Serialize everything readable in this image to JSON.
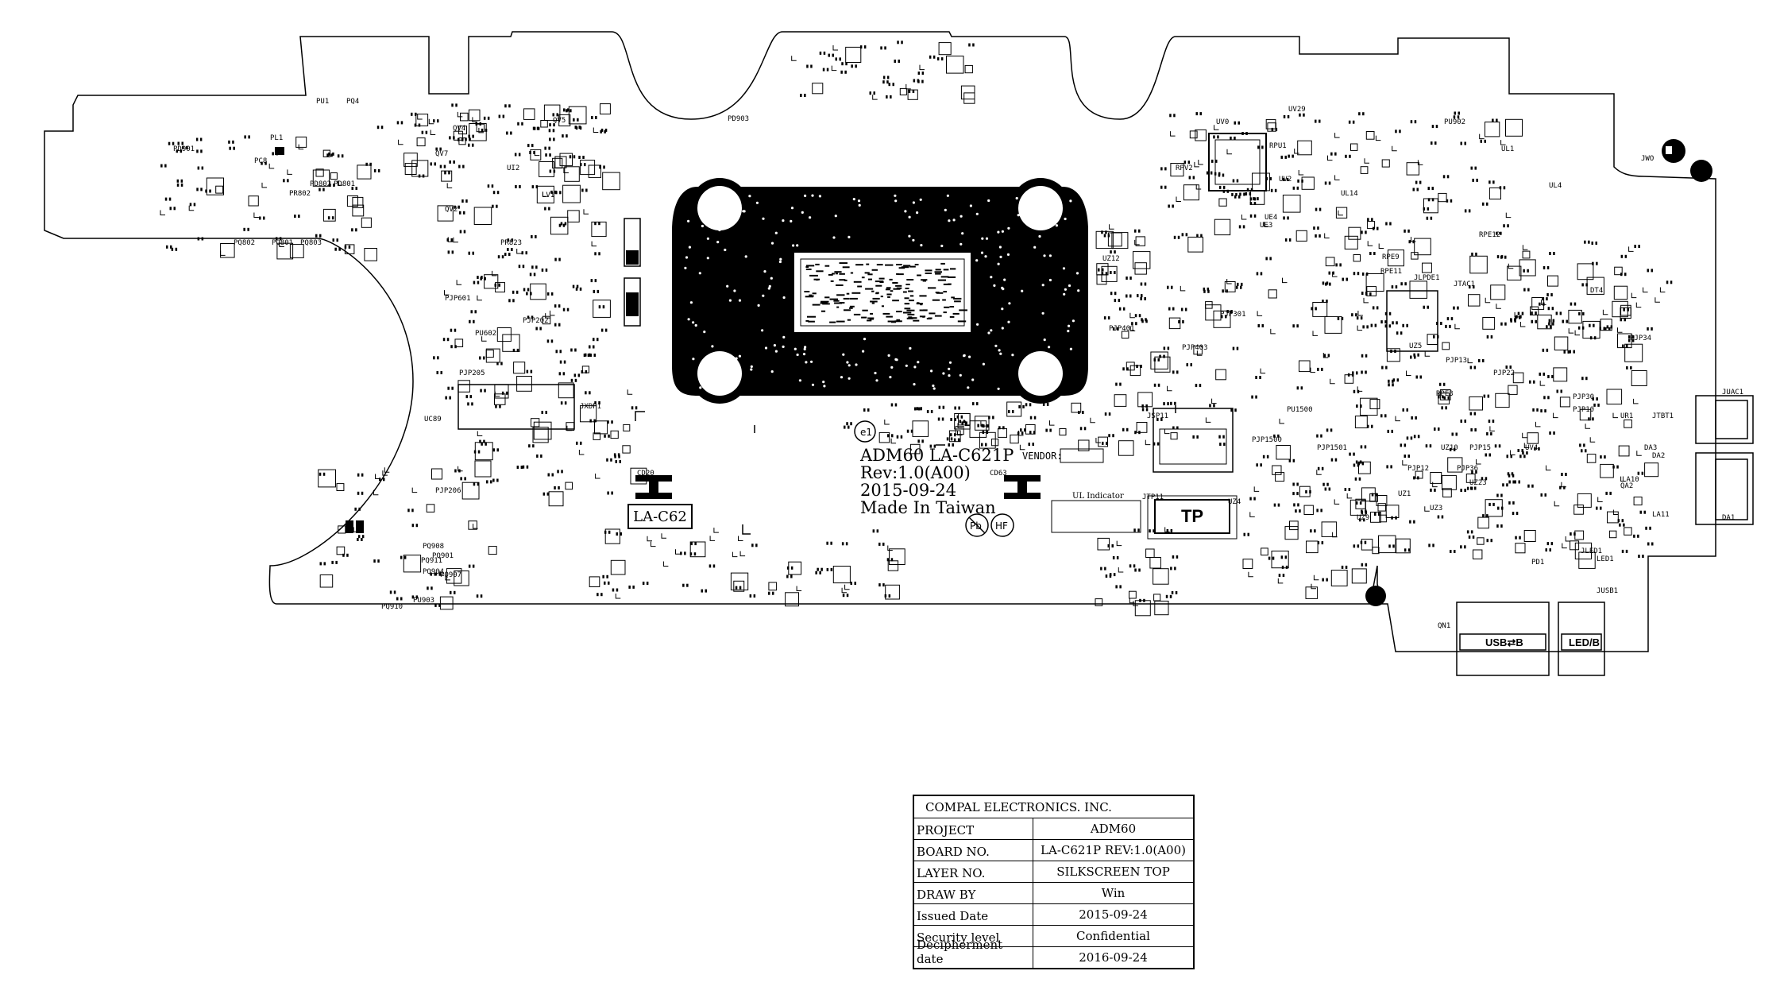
{
  "board": {
    "silkscreen_text": [
      "ADM60 LA-C621P",
      "Rev:1.0(A00)",
      "2015-09-24",
      "Made In Taiwan"
    ],
    "vendor_label": "VENDOR:",
    "ul_label": "UL Indicator",
    "lac62_label": "LA-C62",
    "tp_label": "TP",
    "usb_label": "USB⇄B",
    "led_label": "LED/B",
    "component_labels": [
      "PD901",
      "PU1",
      "PQ4",
      "PL1",
      "PC8",
      "PR802",
      "PD802",
      "PD801",
      "PQ802",
      "PQ801",
      "PQ803",
      "QV4",
      "QV5",
      "QV7",
      "UI2",
      "LV1",
      "QV2",
      "PR823",
      "PJP601",
      "PU602",
      "PJP202",
      "PJP205",
      "JXDP1",
      "UC89",
      "PJP206",
      "PQ908",
      "PQ911",
      "PQ904",
      "PQ901",
      "PQ907",
      "PQ910",
      "PU903",
      "PD903",
      "CD20",
      "CD63",
      "UZ12",
      "PJP401",
      "PJP403",
      "PJP301",
      "PJP1500",
      "PU1500",
      "PJP1501",
      "JSP11",
      "JTP11",
      "UV0",
      "UV29",
      "RPU1",
      "RPV2",
      "UV2",
      "UE4",
      "UE3",
      "PU902",
      "UL1",
      "UL4",
      "UL14",
      "RPE9",
      "RPE11",
      "JLPDE1",
      "JTAC1",
      "RPE12",
      "UZ5",
      "PJP13",
      "RPE3",
      "PJP22",
      "PJP15",
      "PJP30",
      "PJP10",
      "PJP12",
      "PJP36",
      "UZ23",
      "UZ1",
      "UZ9",
      "UZ3",
      "UZ10",
      "DT4",
      "PJP34",
      "PD1",
      "JLED1",
      "JUSB1",
      "QN1",
      "LED1",
      "JWO",
      "JTBT1",
      "JUAC1",
      "DA1",
      "DA2",
      "DA3",
      "LA11",
      "LA10",
      "QA2",
      "UR1",
      "UV4",
      "UZ4"
    ]
  },
  "title_block": {
    "company": "COMPAL ELECTRONICS. INC.",
    "rows": [
      {
        "key": "PROJECT",
        "value": "ADM60"
      },
      {
        "key": "BOARD NO.",
        "value": "LA-C621P REV:1.0(A00)"
      },
      {
        "key": "LAYER NO.",
        "value": "SILKSCREEN TOP"
      },
      {
        "key": "DRAW BY",
        "value": "Win"
      },
      {
        "key": "Issued Date",
        "value": "2015-09-24"
      },
      {
        "key": "Security level",
        "value": "Confidential"
      },
      {
        "key": "Decipherment date",
        "value": "2016-09-24"
      }
    ]
  }
}
